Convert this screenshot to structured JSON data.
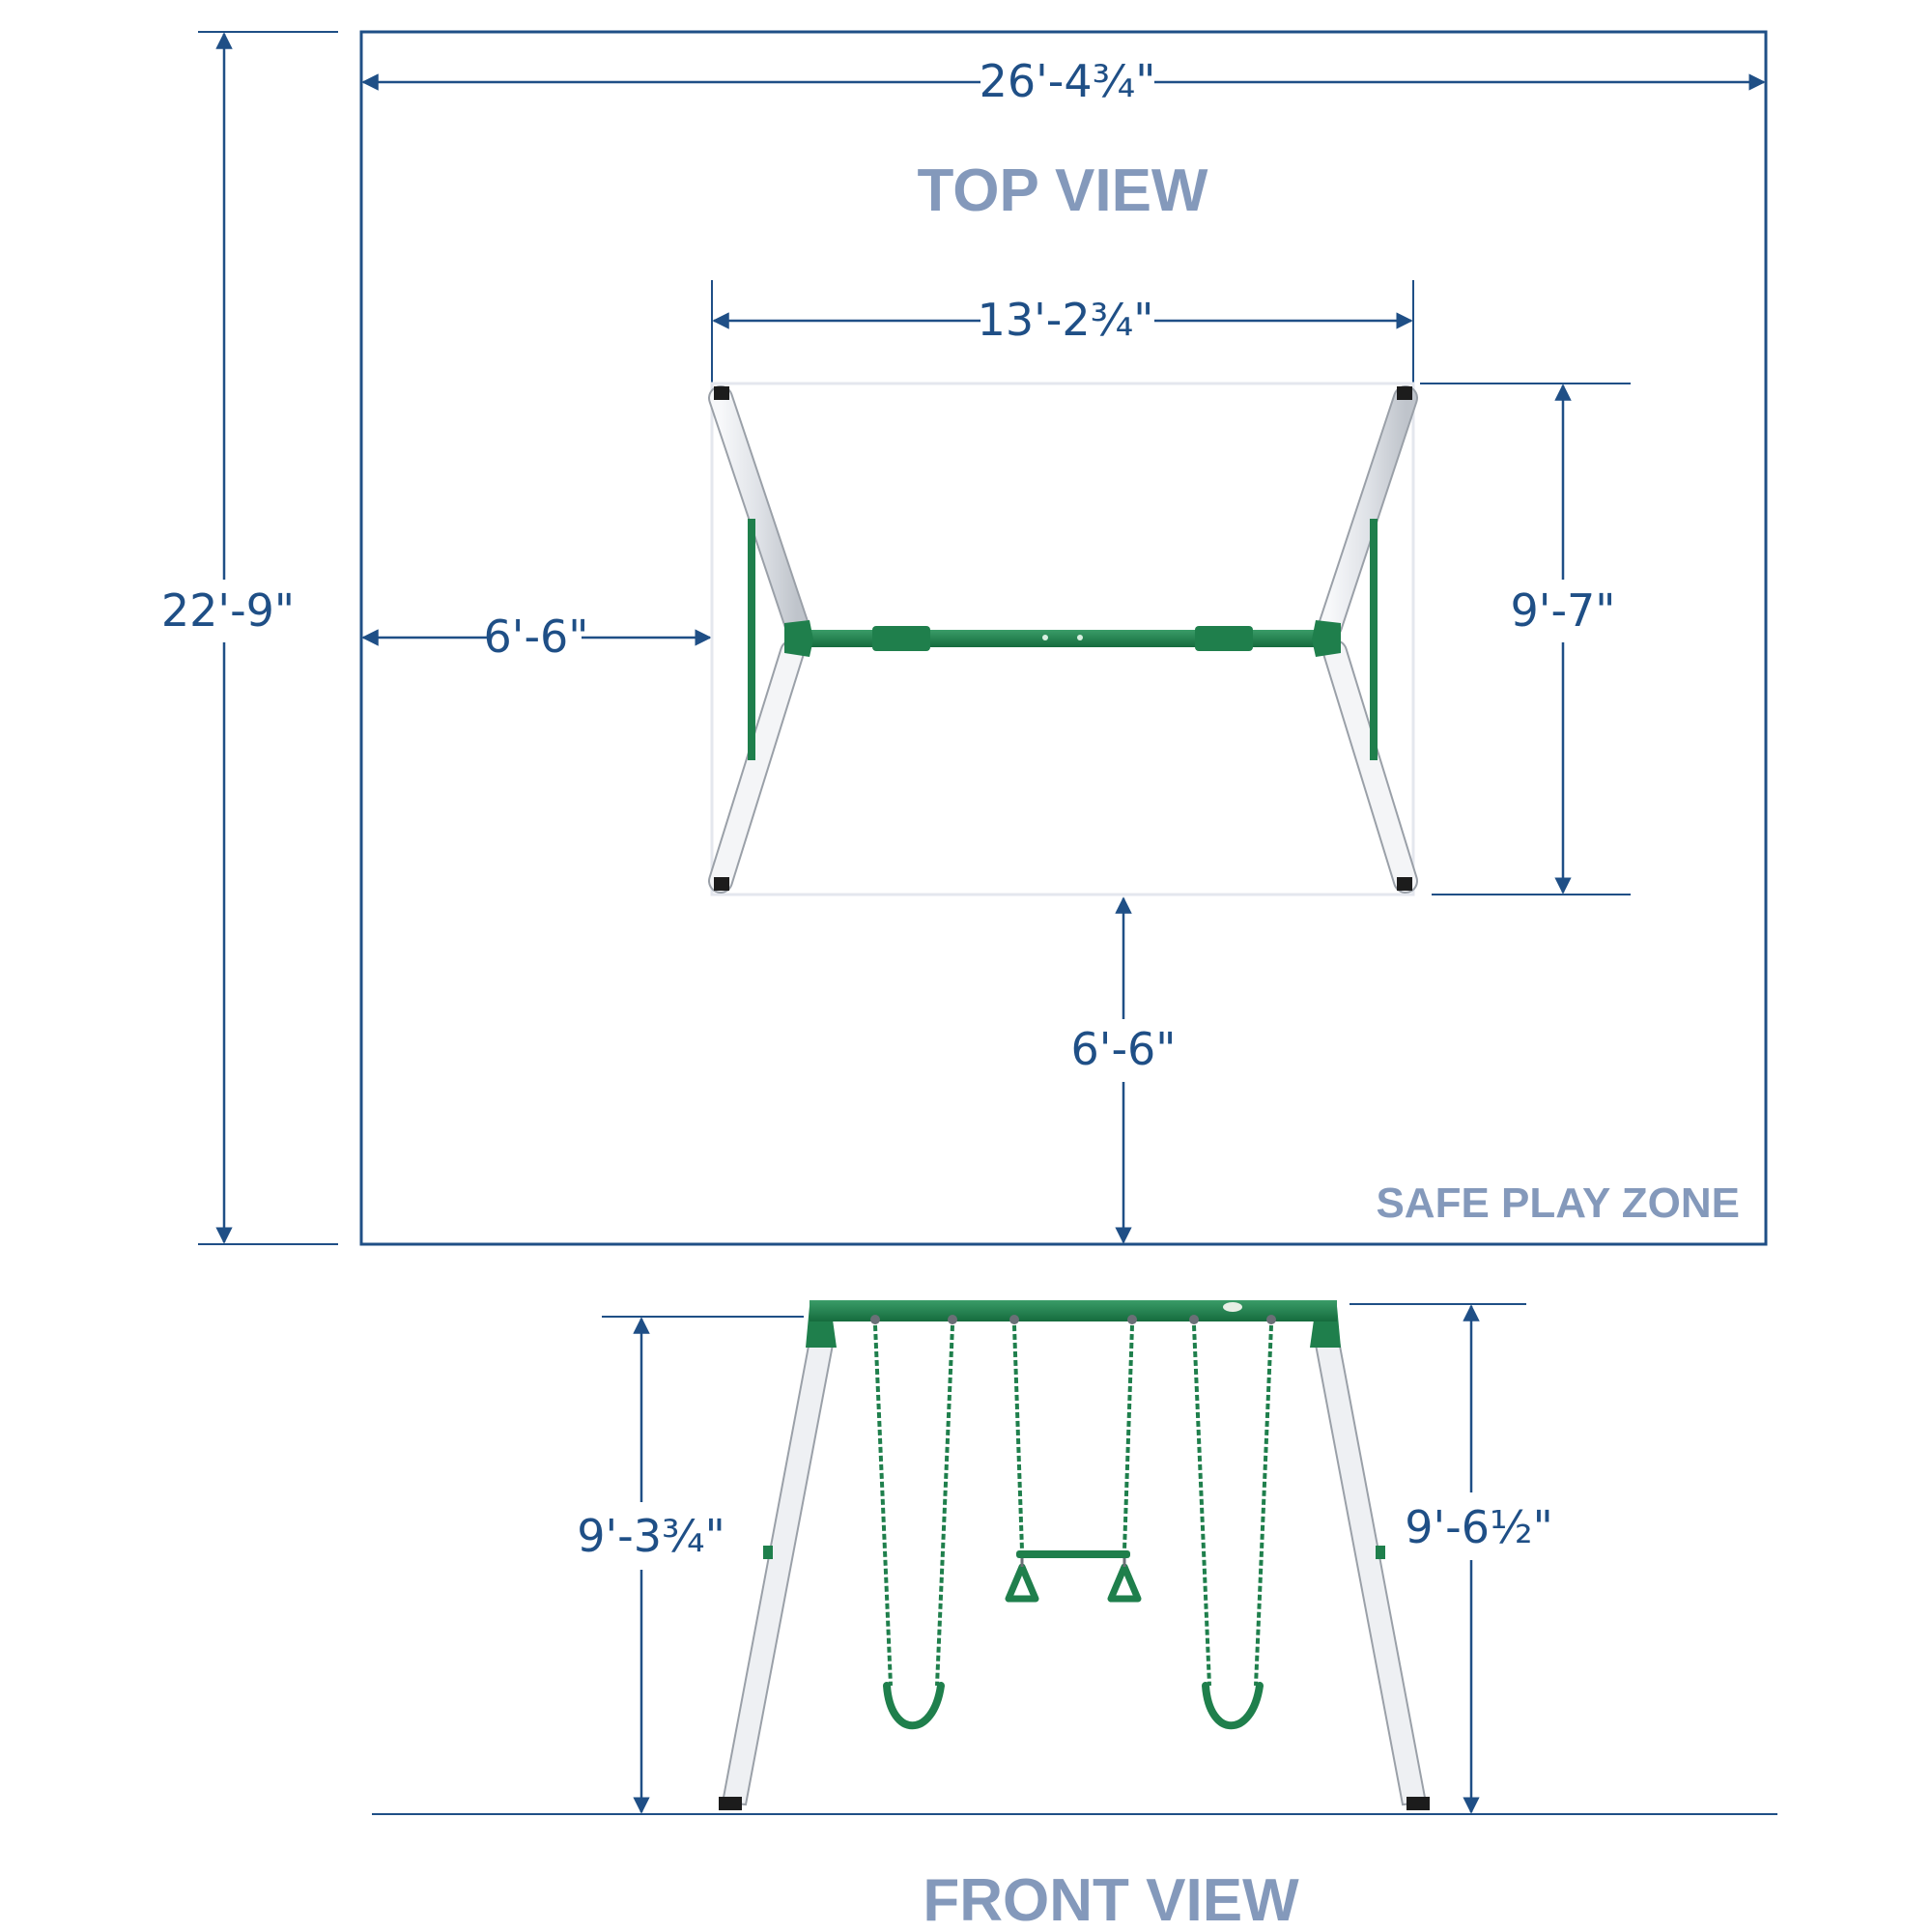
{
  "titles": {
    "top_view": "TOP VIEW",
    "front_view": "FRONT VIEW",
    "zone": "SAFE PLAY ZONE"
  },
  "dimensions": {
    "zone_width": "26'-4¾\"",
    "zone_depth": "22'-9\"",
    "frame_width": "13'-2¾\"",
    "frame_depth": "9'-7\"",
    "side_clearance": "6'-6\"",
    "front_clearance": "6'-6\"",
    "front_height_left": "9'-3¾\"",
    "front_height_right": "9'-6½\""
  },
  "colors": {
    "dimension": "#1f4f86",
    "title": "#8499bb",
    "frame_green": "#1f7f4c",
    "leg_white": "#e8eaee",
    "leg_outline": "#9aa0a8",
    "foot": "#1c1c1c"
  }
}
